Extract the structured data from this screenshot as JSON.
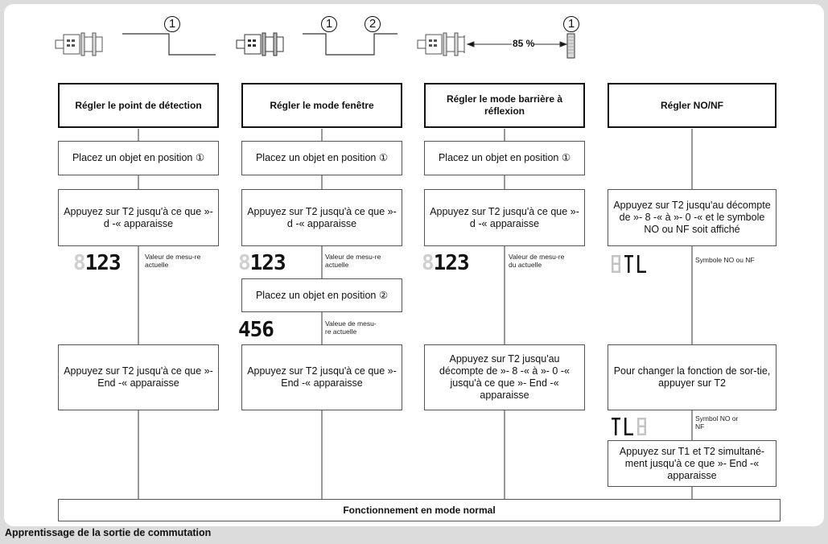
{
  "caption": "Apprentissage de la sortie de commutation",
  "top": {
    "marker1": "1",
    "marker2": "2",
    "percent": "85 %"
  },
  "columns": [
    {
      "header": "Régler le point de détection",
      "step1": "Placez un objet en position ①",
      "step2": "Appuyez sur T2 jusqu'à ce que »- d -« apparaisse",
      "display": "123",
      "display_note": "Valeur de mesu-re actuelle",
      "final": "Appuyez sur T2 jusqu'à ce que »- End -« apparaisse"
    },
    {
      "header": "Régler le mode fenêtre",
      "step1": "Placez un objet en position ①",
      "step2": "Appuyez sur T2 jusqu'à ce que »- d -« apparaisse",
      "display": "123",
      "display_note": "Valeur de mesu-re actuelle",
      "step3": "Placez un objet en position ②",
      "display2": "456",
      "display2_note": "Valeue de mesu-re actuelle",
      "final": "Appuyez sur T2 jusqu'à ce que »- End -« apparaisse"
    },
    {
      "header": "Régler le mode barrière à réflexion",
      "step1": "Placez un objet en position ①",
      "step2": "Appuyez sur T2 jusqu'à ce que »- d -« apparaisse",
      "display": "123",
      "display_note": "Valeur de mesu-re du actuelle",
      "final": "Appuyez sur T2 jusqu'au décompte de  »- 8 -« à »- 0 -« jusqu'à ce que  »- End -« apparaisse"
    },
    {
      "header": "Régler NO/NF",
      "step2": "Appuyez sur T2 jusqu'au décompte de »- 8 -« à »- 0 -« et le symbole NO ou NF soit affiché",
      "display_note": "Symbole NO ou NF",
      "step3": "Pour changer la fonction de sor-tie, appuyer sur T2",
      "display2_note": "Symbol NO or NF",
      "final": "Appuyez sur T1 et T2 simultané-ment jusqu'à ce que »- End -« apparaisse"
    }
  ],
  "bottom": "Fonctionnement en mode normal"
}
